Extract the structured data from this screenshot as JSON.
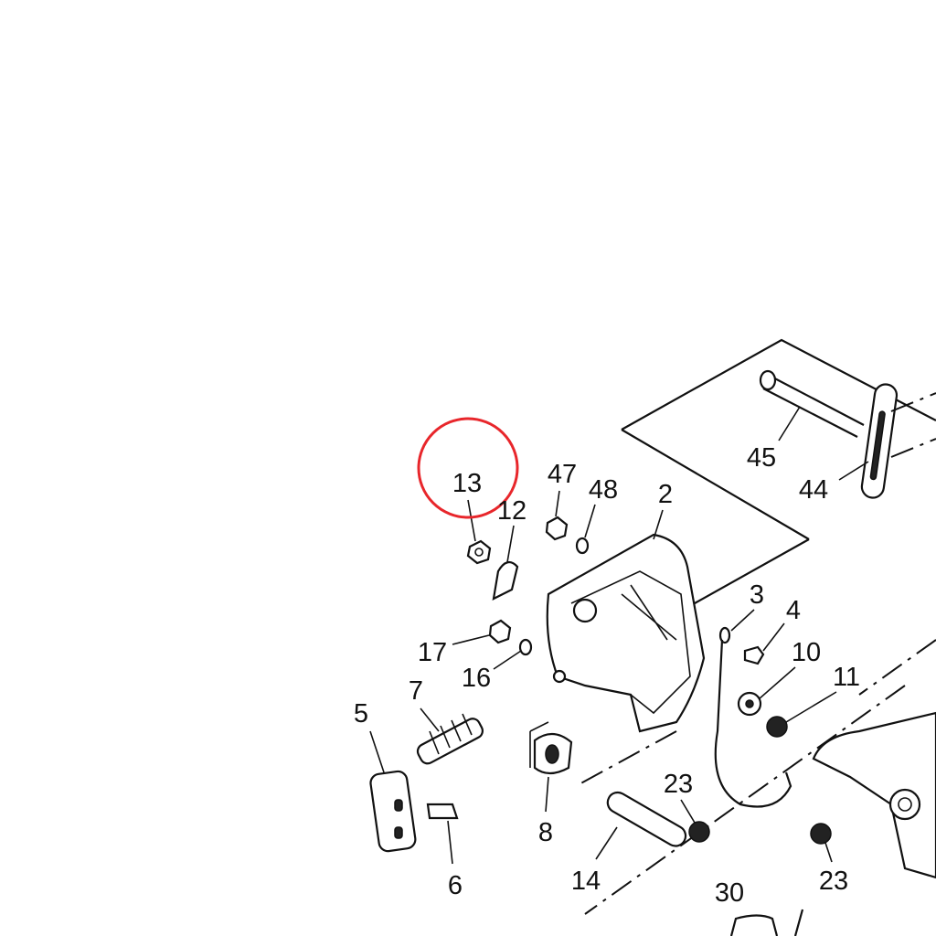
{
  "diagram": {
    "highlight_color": "#e8262b",
    "highlighted_part": "13",
    "callouts": {
      "p45": "45",
      "p44": "44",
      "p13": "13",
      "p12": "12",
      "p47": "47",
      "p48": "48",
      "p2": "2",
      "p3": "3",
      "p4": "4",
      "p10": "10",
      "p11": "11",
      "p17": "17",
      "p16": "16",
      "p7": "7",
      "p5": "5",
      "p6": "6",
      "p8": "8",
      "p14": "14",
      "p23a": "23",
      "p23b": "23",
      "p30": "30"
    }
  }
}
